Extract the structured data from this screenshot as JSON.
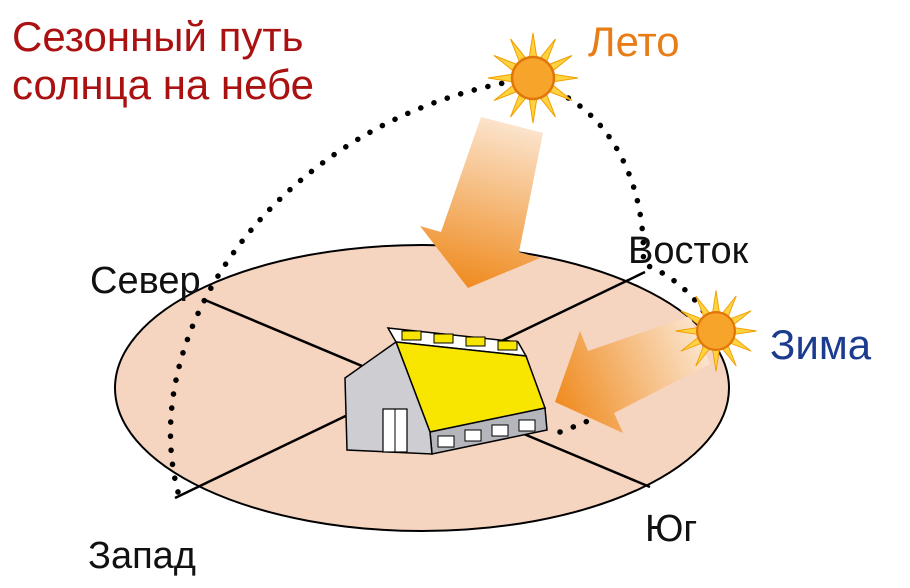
{
  "title": {
    "line1": "Сезонный путь",
    "line2": "солнца на небе"
  },
  "sun_paths": {
    "summer_label": "Лето",
    "winter_label": "Зима"
  },
  "compass": {
    "north": "Север",
    "east": "Восток",
    "south": "Юг",
    "west": "Запад"
  },
  "icons": {
    "summer_sun": "sun-icon",
    "winter_sun": "sun-icon"
  },
  "colors": {
    "title_text": "#aa1111",
    "summer_text": "#e87d17",
    "winter_text": "#1b3b8f",
    "compass_text": "#111111",
    "ground_fill": "#f5d4c0",
    "outline": "#000000",
    "dot_color": "#000000",
    "roof_yellow": "#f8e500",
    "ridge_strip": "#ffffff",
    "gable_gray": "#cdcdd2",
    "wall_gray": "#b5b5bc",
    "window_white": "#ffffff",
    "door_white": "#ffffff",
    "sun_ray": "#ffd23f",
    "sun_core": "#f6a42a",
    "arrow_tail": "#fbe3cb",
    "arrow_head": "#ef8b1f"
  }
}
